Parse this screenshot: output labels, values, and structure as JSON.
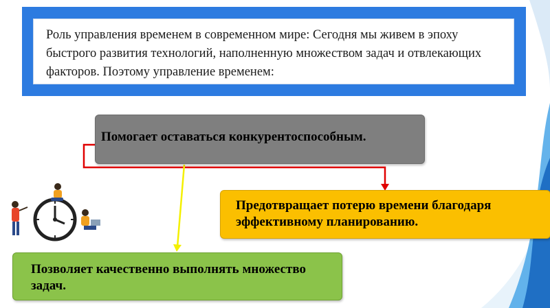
{
  "header": {
    "text": "Роль управления временем в современном мире: Сегодня мы живем в эпоху быстрого развития технологий, наполненную множеством задач и отвлекающих факторов. Поэтому управление временем:"
  },
  "points": [
    {
      "text": "Помогает оставаться конкурентоспособным."
    },
    {
      "text": "Предотвращает потерю времени благодаря эффективному планированию."
    },
    {
      "text": "Позволяет качественно выполнять множество задач."
    }
  ],
  "colors": {
    "header_frame": "#2d7be0",
    "gray_box": "#7f7f7f",
    "orange_box": "#fbbf00",
    "green_box": "#8bc34a",
    "red_connector": "#e00000",
    "yellow_connector": "#f4f000",
    "wave_blue": "#2a7fd6"
  },
  "illustration": {
    "icon": "time-management-clock-people-icon"
  }
}
